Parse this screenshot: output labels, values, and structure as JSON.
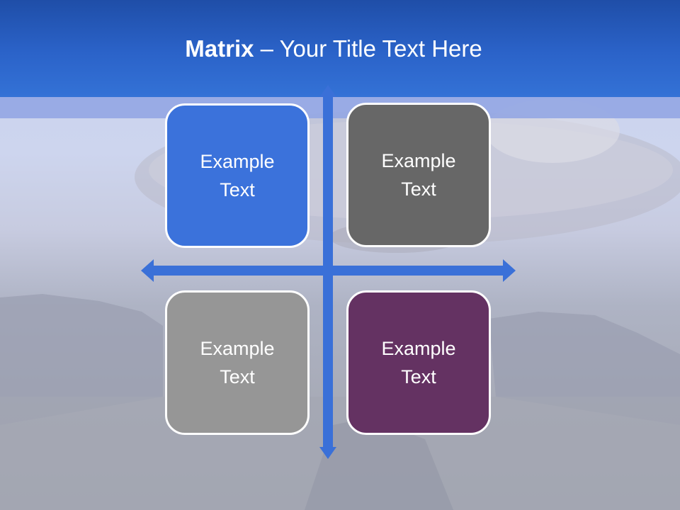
{
  "slide": {
    "title_bold": "Matrix",
    "title_rest": " – Your Title Text Here"
  },
  "boxes": [
    {
      "line1": "Example",
      "line2": "Text",
      "color": "#3b72db"
    },
    {
      "line1": "Example",
      "line2": "Text",
      "color": "#676767"
    },
    {
      "line1": "Example",
      "line2": "Text",
      "color": "#969696"
    },
    {
      "line1": "Example",
      "line2": "Text",
      "color": "#643262"
    }
  ],
  "colors": {
    "header": "#2b63c9",
    "arrow": "#3a70d8",
    "box_border": "#ffffff"
  }
}
